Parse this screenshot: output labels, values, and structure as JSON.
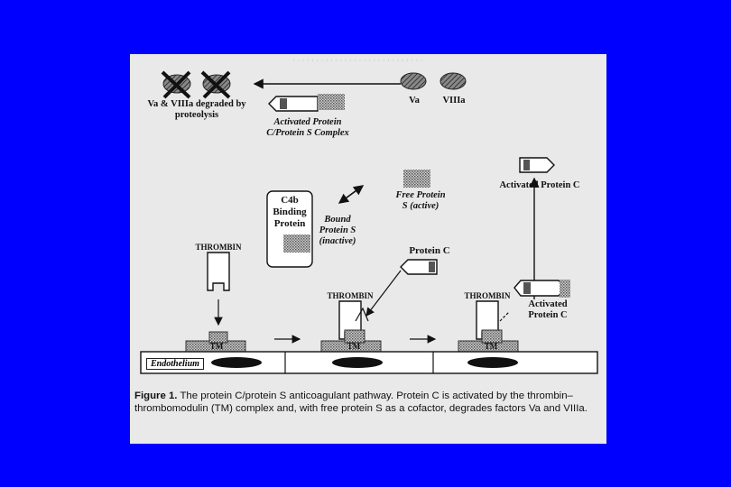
{
  "diagram": {
    "degraded_label": "Va & VIIIa degraded by proteolysis",
    "factor_va": "Va",
    "factor_viiia": "VIIIa",
    "activated_complex_label": "Activated Protein C/Protein S Complex",
    "activated_protein_c_top": "Activated Protein C",
    "c4b_label": "C4b Binding Protein",
    "bound_protein_s_label": "Bound Protein S (inactive)",
    "free_protein_s_label": "Free Protein S (active)",
    "protein_c_label": "Protein C",
    "thrombin_1": "THROMBIN",
    "thrombin_2": "THROMBIN",
    "thrombin_3": "THROMBIN",
    "tm_1": "TM",
    "tm_2": "TM",
    "tm_3": "TM",
    "activated_protein_c_bottom": "Activated Protein C",
    "endothelium_label": "Endothelium"
  },
  "caption": {
    "figure_label": "Figure 1.",
    "text": "The protein C/protein S anticoagulant pathway. Protein C is activated by the thrombin–thrombomodulin (TM) complex and, with free protein S as a cofactor, degrades factors Va and VIIIa."
  },
  "colors": {
    "background": "#0000fe",
    "paper": "#e9e9e9"
  }
}
